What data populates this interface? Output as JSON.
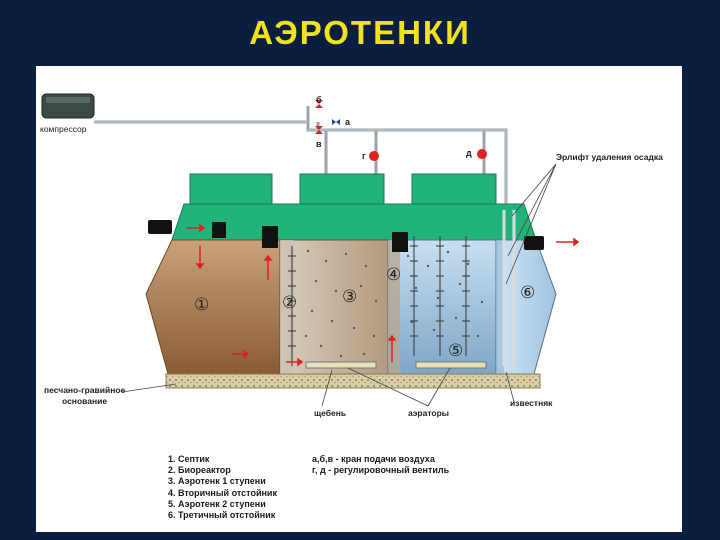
{
  "title": "АЭРОТЕНКИ",
  "labels": {
    "compressor": "компрессор",
    "valve_b": "б",
    "valve_a": "а",
    "valve_v": "в",
    "valve_g": "г",
    "valve_d": "д",
    "airlift": "Эрлифт удаления осадка",
    "base": "песчано-гравийное\nоснование",
    "gravel": "щебень",
    "aerators": "аэраторы",
    "limestone": "известняк"
  },
  "chambers": [
    "①",
    "②",
    "③",
    "④",
    "⑤",
    "⑥"
  ],
  "legend_left": [
    "1. Септик",
    "2. Биореактор",
    "3. Аэротенк 1 ступени",
    "4. Вторичный отстойник",
    "5. Аэротенк 2 ступени",
    "6. Третичный отстойник"
  ],
  "legend_right": [
    "а,б,в - кран подачи воздуха",
    "г, д - регулировочный вентиль"
  ],
  "colors": {
    "background": "#0a1e3f",
    "title": "#f3e21a",
    "tank_green": "#22b37a",
    "septic": "#a0724a",
    "aerotank1": "#c8bfb0",
    "aerotank2": "#a9c6df",
    "settler": "#b9d8ef",
    "arrow": "#e02020"
  }
}
